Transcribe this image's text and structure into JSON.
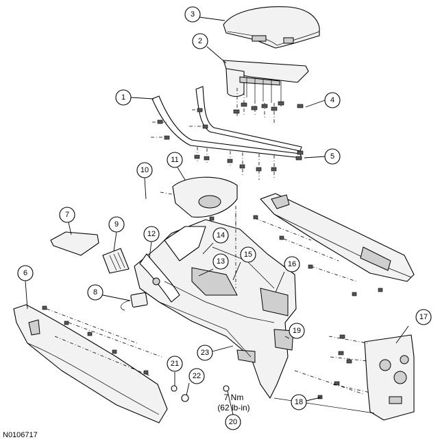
{
  "diagram": {
    "figure_id": "N0106717",
    "torque_spec": {
      "line1": "7 Nm",
      "line2": "(62 lb-in)"
    },
    "callouts": [
      "1",
      "2",
      "3",
      "4",
      "5",
      "6",
      "7",
      "8",
      "9",
      "10",
      "11",
      "12",
      "13",
      "14",
      "15",
      "16",
      "17",
      "18",
      "19",
      "20",
      "21",
      "22",
      "23"
    ]
  }
}
